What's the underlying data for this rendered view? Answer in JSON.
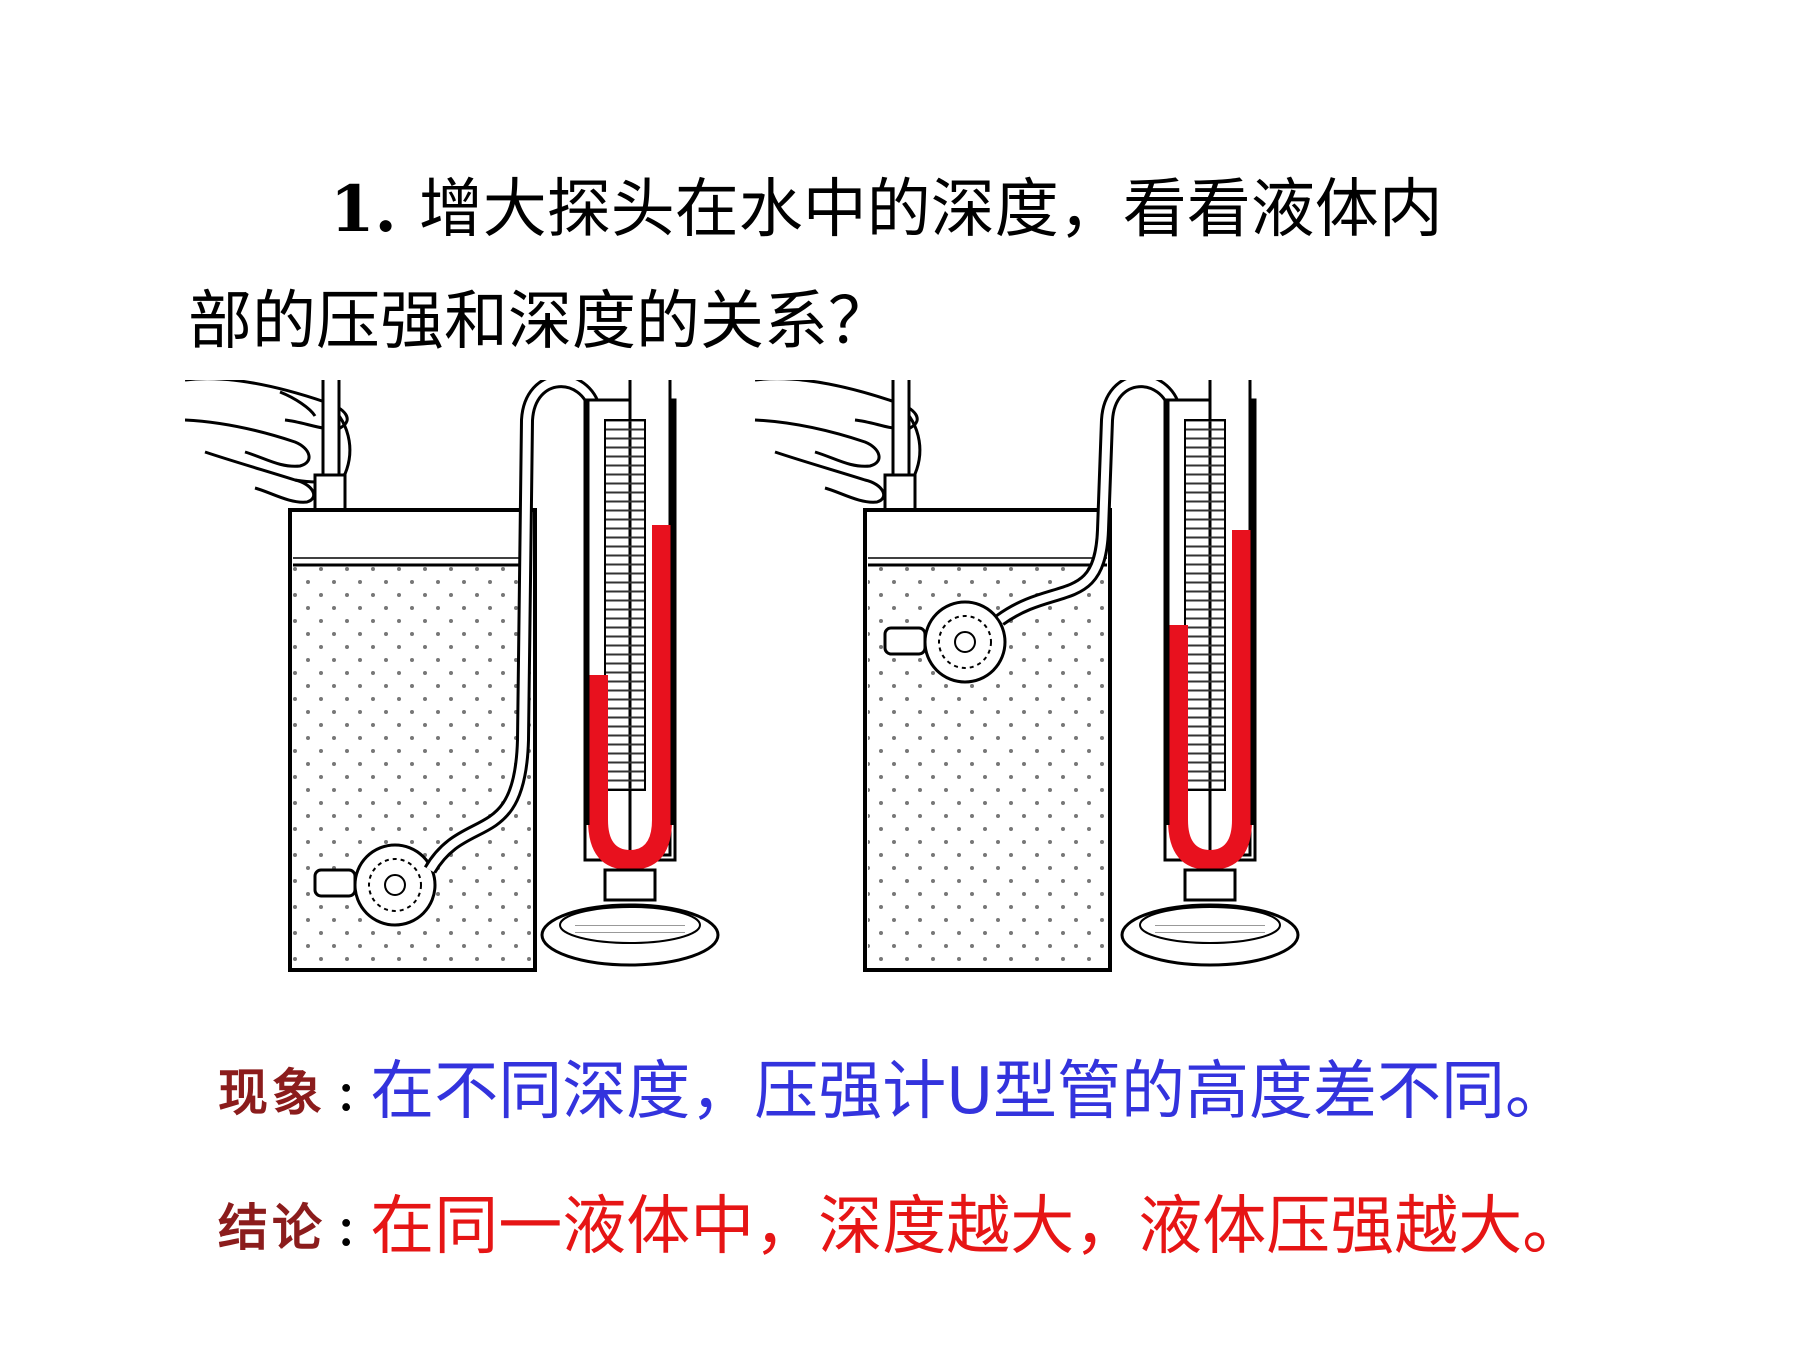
{
  "question": {
    "number": "1.",
    "line1": "增大探头在水中的深度，看看液体内",
    "line2": "部的压强和深度的关系？"
  },
  "phenomenon": {
    "label": "现象",
    "colon": ":",
    "text": "在不同深度，压强计U型管的高度差不同。"
  },
  "conclusion": {
    "label": "结论",
    "colon": ":",
    "text": "在同一液体中，深度越大，液体压强越大。"
  },
  "colors": {
    "liquid_in_u_tube": "#e8111e",
    "phenomenon_text": "#3333dd",
    "conclusion_text": "#e61515",
    "label_text": "#8b1c1c"
  }
}
